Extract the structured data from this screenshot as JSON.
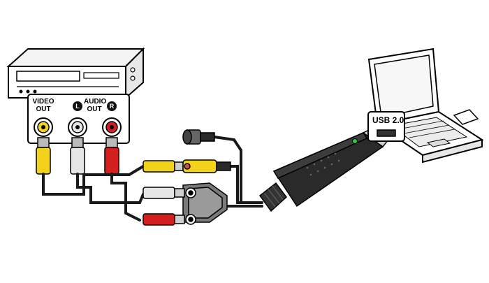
{
  "vcr_panel": {
    "video_out_label": "VIDEO\nOUT",
    "audio_out_label": "AUDIO\nOUT",
    "left_channel_badge": "L",
    "right_channel_badge": "R"
  },
  "laptop": {
    "usb_label": "USB 2.0"
  },
  "colors": {
    "yellow_plug": "#f2d21a",
    "white_plug": "#e6e6e6",
    "red_plug": "#d41f1f",
    "cable": "#1a1a1a",
    "capture_device": "#222222",
    "led": "#2ecc40"
  }
}
